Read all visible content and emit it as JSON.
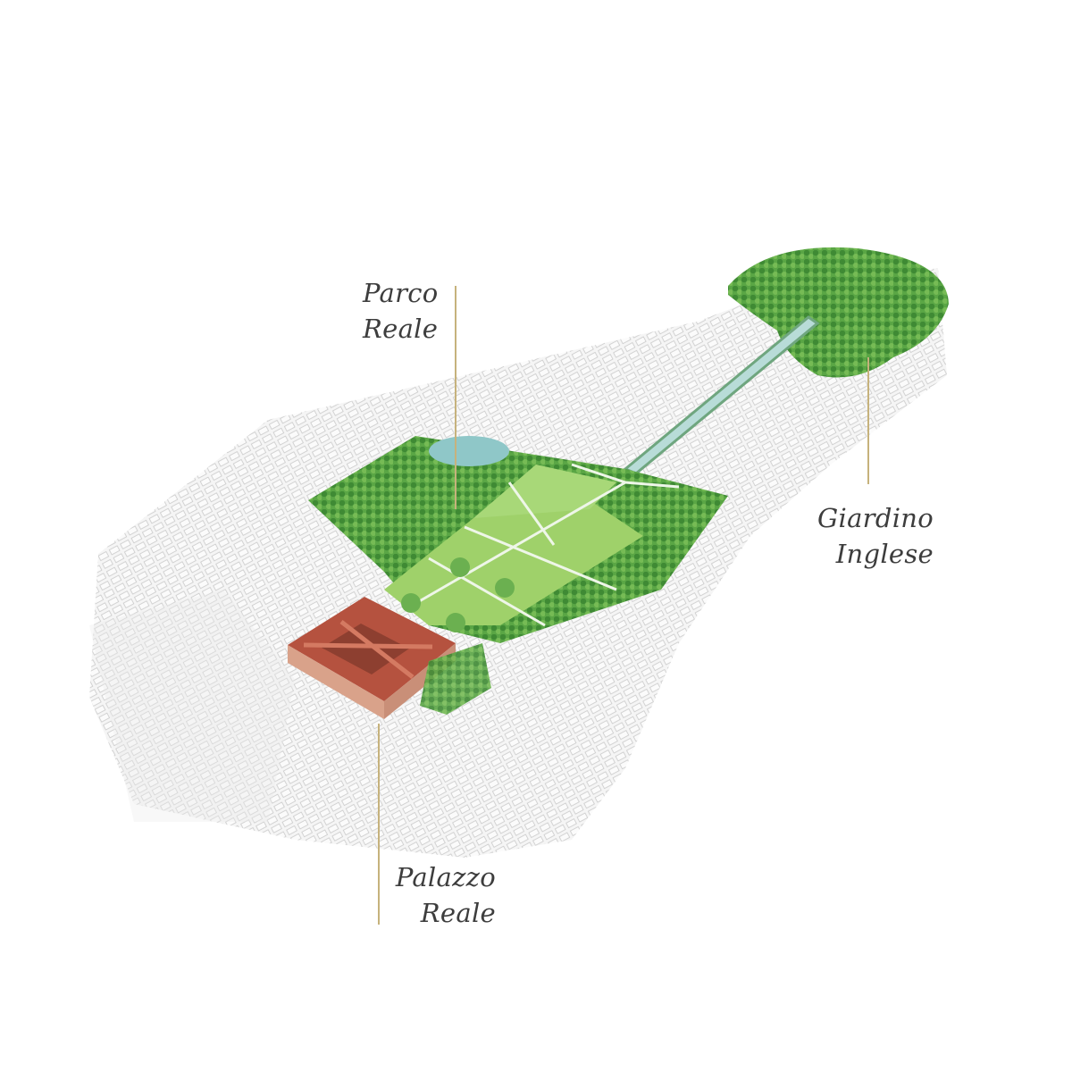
{
  "labels": {
    "parco": {
      "line1": "Parco",
      "line2": "Reale"
    },
    "giardino": {
      "line1": "Giardino",
      "line2": "Inglese"
    },
    "palazzo": {
      "line1": "Palazzo",
      "line2": "Reale"
    }
  },
  "colors": {
    "leader": "#c6b27c",
    "park_light": "#9fd16a",
    "park_dark": "#4e9a3c",
    "palace_roof": "#b5523f",
    "city": "#d9d9d9",
    "water": "#8fc7c8"
  }
}
